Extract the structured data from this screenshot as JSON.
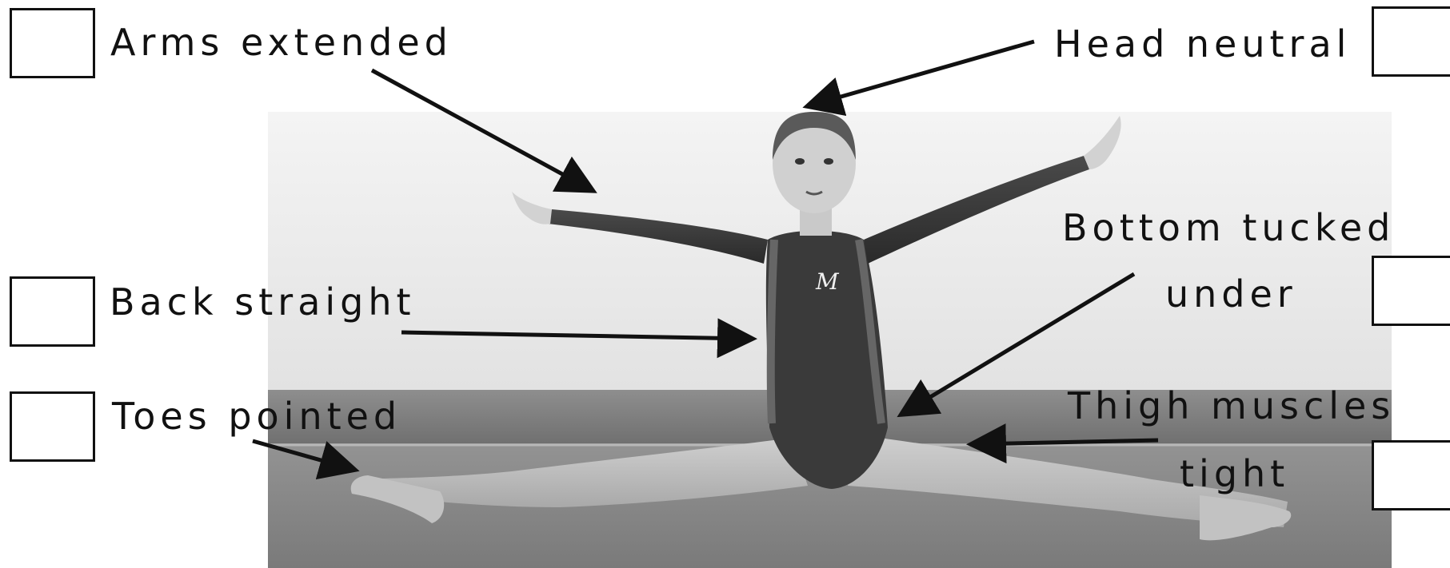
{
  "checklist": {
    "arms_extended": "Arms extended",
    "head_neutral": "Head neutral",
    "bottom_tucked_line1": "Bottom tucked",
    "bottom_tucked_line2": "under",
    "back_straight": "Back straight",
    "toes_pointed": "Toes pointed",
    "thigh_muscles_line1": "Thigh muscles",
    "thigh_muscles_line2": "tight"
  },
  "photo": {
    "subject": "gymnast in straddle sit",
    "leotard_logo": "M"
  },
  "colors": {
    "ink": "#111111",
    "background": "#ffffff"
  }
}
